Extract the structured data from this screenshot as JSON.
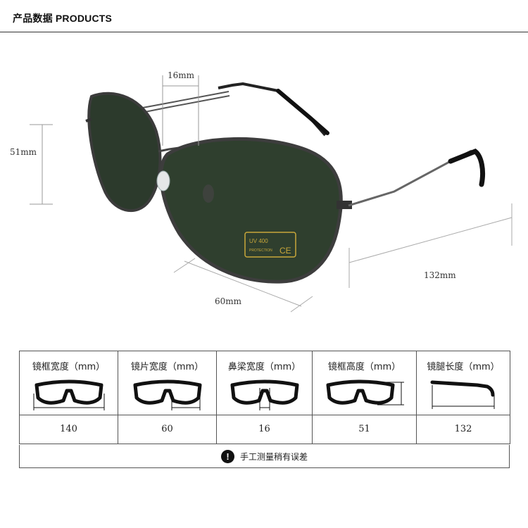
{
  "header": {
    "title": "产品数据 PRODUCTS"
  },
  "hero": {
    "dims": {
      "bridge": "16mm",
      "height": "51mm",
      "lens_width": "60mm",
      "temple": "132mm"
    },
    "lens_mark": {
      "uv": "UV 400",
      "protection": "PROTECTION",
      "ce": "CE"
    }
  },
  "table": {
    "headers": [
      "镜框宽度（mm）",
      "镜片宽度（mm）",
      "鼻梁宽度（mm）",
      "镜框高度（mm）",
      "镜腿长度（mm）"
    ],
    "values": [
      "140",
      "60",
      "16",
      "51",
      "132"
    ]
  },
  "note": {
    "text": "手工测量稍有误差",
    "icon": "exclamation-icon"
  }
}
